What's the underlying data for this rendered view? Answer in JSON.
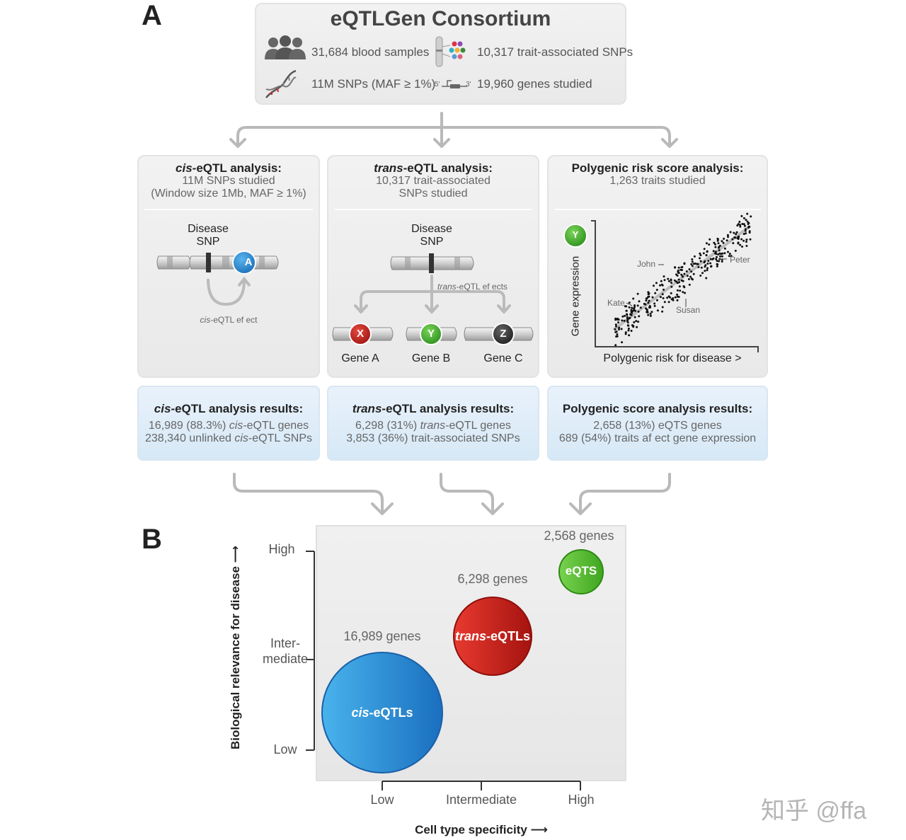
{
  "panel_a": {
    "letter": "A"
  },
  "panel_b": {
    "letter": "B"
  },
  "consortium": {
    "title": "eQTLGen Consortium",
    "stats": {
      "samples": "31,684 blood samples",
      "trait_snps": "10,317 trait-associated SNPs",
      "snps": "11M SNPs (MAF ≥ 1%)",
      "genes": "19,960 genes studied"
    },
    "strand_5": "5'",
    "strand_3": "3'"
  },
  "analyses": {
    "cis": {
      "title_italic": "cis",
      "title_rest": "-eQTL analysis:",
      "sub1": "11M SNPs studied",
      "sub2": "(Window size 1Mb, MAF ≥ 1%)",
      "disease_label": "Disease",
      "snp_label": "SNP",
      "gene_letter": "A",
      "effect_italic": "cis",
      "effect_rest": "-eQTL ef ect"
    },
    "trans": {
      "title_italic": "trans",
      "title_rest": "-eQTL analysis:",
      "sub1": "10,317 trait-associated",
      "sub2": "SNPs studied",
      "disease_label": "Disease",
      "snp_label": "SNP",
      "effect_italic": "trans",
      "effect_rest": "-eQTL ef ects",
      "genes": [
        {
          "letter": "X",
          "label": "Gene A",
          "color": "#c0201a"
        },
        {
          "letter": "Y",
          "label": "Gene B",
          "color": "#3fae2a"
        },
        {
          "letter": "Z",
          "label": "Gene C",
          "color": "#333333"
        }
      ]
    },
    "prs": {
      "title": "Polygenic risk score analysis:",
      "sub1": "1,263 traits studied",
      "y_badge": "Y",
      "ylabel": "Gene expression",
      "xlabel": "Polygenic risk for disease >",
      "names": {
        "john": "John",
        "peter": "Peter",
        "kate": "Kate",
        "susan": "Susan"
      }
    }
  },
  "results": {
    "cis": {
      "title_italic": "cis",
      "title_rest": "-eQTL analysis results:",
      "l1a": "16,989 (88.3%) ",
      "l1b": "cis",
      "l1c": "-eQTL genes",
      "l2a": "238,340 unlinked ",
      "l2b": "cis",
      "l2c": "-eQTL SNPs"
    },
    "trans": {
      "title_italic": "trans",
      "title_rest": "-eQTL analysis results:",
      "l1a": "6,298 (31%) ",
      "l1b": "trans",
      "l1c": "-eQTL genes",
      "l2": "3,853 (36%) trait-associated SNPs"
    },
    "prs": {
      "title": "Polygenic score analysis results:",
      "l1": "2,658 (13%) eQTS genes",
      "l2": "689 (54%) traits af ect gene expression"
    }
  },
  "bubble_chart": {
    "ylabel": "Biological relevance for disease ⟶",
    "xlabel": "Cell type specificity ⟶",
    "y_ticks": {
      "high": "High",
      "inter1": "Inter-",
      "inter2": "mediate",
      "low": "Low"
    },
    "x_ticks": {
      "low": "Low",
      "intermediate": "Intermediate",
      "high": "High"
    },
    "bubbles": {
      "cis": {
        "label_italic": "cis",
        "label_rest": "-eQTLs",
        "count": "16,989 genes",
        "color": "#2b8fd6"
      },
      "trans": {
        "label_italic": "trans",
        "label_rest": "-eQTLs",
        "count": "6,298 genes",
        "color": "#d3231a"
      },
      "eqts": {
        "label": "eQTS",
        "count": "2,568 genes",
        "color": "#4fbf2f"
      }
    }
  },
  "watermark": "知乎 @ffa"
}
